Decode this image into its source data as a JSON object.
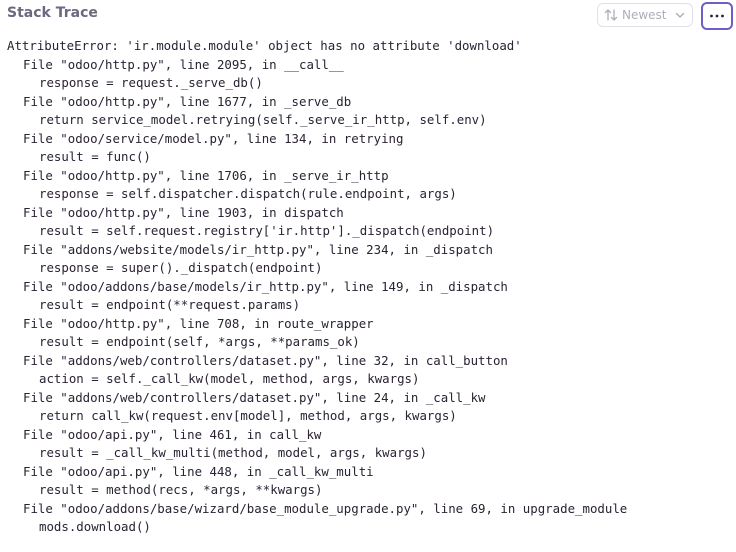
{
  "header": {
    "title": "Stack Trace",
    "sort_label": "Newest",
    "sort_icon": "sort-arrows-icon",
    "sort_chevron_icon": "chevron-down-icon",
    "more_icon": "ellipsis-icon",
    "accent_color": "#6c5fc7"
  },
  "trace": {
    "error": "AttributeError: 'ir.module.module' object has no attribute 'download'",
    "frames": [
      {
        "file": "File \"odoo/http.py\", line 2095, in __call__",
        "code": "response = request._serve_db()"
      },
      {
        "file": "File \"odoo/http.py\", line 1677, in _serve_db",
        "code": "return service_model.retrying(self._serve_ir_http, self.env)"
      },
      {
        "file": "File \"odoo/service/model.py\", line 134, in retrying",
        "code": "result = func()"
      },
      {
        "file": "File \"odoo/http.py\", line 1706, in _serve_ir_http",
        "code": "response = self.dispatcher.dispatch(rule.endpoint, args)"
      },
      {
        "file": "File \"odoo/http.py\", line 1903, in dispatch",
        "code": "result = self.request.registry['ir.http']._dispatch(endpoint)"
      },
      {
        "file": "File \"addons/website/models/ir_http.py\", line 234, in _dispatch",
        "code": "response = super()._dispatch(endpoint)"
      },
      {
        "file": "File \"odoo/addons/base/models/ir_http.py\", line 149, in _dispatch",
        "code": "result = endpoint(**request.params)"
      },
      {
        "file": "File \"odoo/http.py\", line 708, in route_wrapper",
        "code": "result = endpoint(self, *args, **params_ok)"
      },
      {
        "file": "File \"addons/web/controllers/dataset.py\", line 32, in call_button",
        "code": "action = self._call_kw(model, method, args, kwargs)"
      },
      {
        "file": "File \"addons/web/controllers/dataset.py\", line 24, in _call_kw",
        "code": "return call_kw(request.env[model], method, args, kwargs)"
      },
      {
        "file": "File \"odoo/api.py\", line 461, in call_kw",
        "code": "result = _call_kw_multi(method, model, args, kwargs)"
      },
      {
        "file": "File \"odoo/api.py\", line 448, in _call_kw_multi",
        "code": "result = method(recs, *args, **kwargs)"
      },
      {
        "file": "File \"odoo/addons/base/wizard/base_module_upgrade.py\", line 69, in upgrade_module",
        "code": "mods.download()"
      }
    ]
  }
}
